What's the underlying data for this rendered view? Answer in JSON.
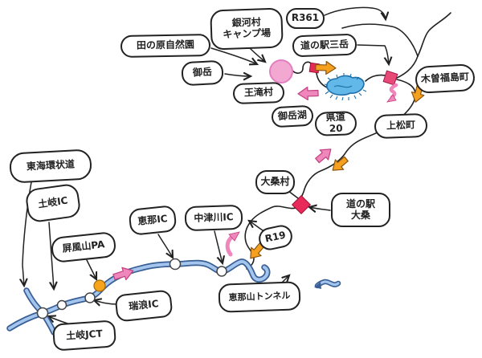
{
  "map": {
    "type": "hand-drawn road map (Kiso / Chuo Expressway area, Japan)",
    "labels": {
      "ginga_camp": {
        "text": "銀河村\nキャンプ場"
      },
      "r361": {
        "text": "R361"
      },
      "tanohara": {
        "text": "田の原自然園"
      },
      "mitake_station": {
        "text": "道の駅三岳"
      },
      "ontake": {
        "text": "御岳"
      },
      "otaki": {
        "text": "王滝村"
      },
      "ontakeko": {
        "text": "御岳湖"
      },
      "kendo20": {
        "text": "県道20"
      },
      "kiso_fukushima": {
        "text": "木曽福島町"
      },
      "agematsu": {
        "text": "上松町"
      },
      "okuwa_village": {
        "text": "大桑村"
      },
      "okuwa_station": {
        "text": "道の駅\n大桑"
      },
      "r19": {
        "text": "R19"
      },
      "tokai_kanjo": {
        "text": "東海環状道"
      },
      "toki_ic": {
        "text": "土岐IC"
      },
      "byobuyama_pa": {
        "text": "屏風山PA"
      },
      "toki_jct": {
        "text": "土岐JCT"
      },
      "mizunami_ic": {
        "text": "瑞浪IC"
      },
      "ena_ic": {
        "text": "恵那IC"
      },
      "nakatsugawa_ic": {
        "text": "中津川IC"
      },
      "ena_tunnel": {
        "text": "恵那山トンネル"
      }
    },
    "markers": {
      "summit_circle": "pink filled circle (Mt. Ontake area)",
      "lake": "blue lake blob (Lake Ontake)",
      "red_square_west": "small red square on road west of lake",
      "red_square_fukushima": "red square marker near Kiso-Fukushima (Michi-no-eki Mitake)",
      "red_diamond_okuwa": "red diamond marker (Michi-no-eki Okuwa)",
      "pa_dot": "orange dot (Byobuyama PA)",
      "ic_circles": "white circles: Toki JCT, unnamed, Mizunami IC, Ena IC, Nakatsugawa IC"
    },
    "colors": {
      "ink": "#222222",
      "bubble_fill": "#ffffff",
      "highway_casing": "#3a5f94",
      "highway_fill": "#a4c6ee",
      "lake_fill": "#62b8e8",
      "lake_stroke": "#1f6fa8",
      "summit_fill": "#f3a8d2",
      "summit_stroke": "#e27fc0",
      "marker_red": "#e82a5a",
      "marker_pink_red": "#e84a78",
      "arrow_orange": "#f5a01f",
      "arrow_orange_stroke": "#8a5510",
      "arrow_pink": "#ef86bc",
      "arrow_pink_stroke": "#c2407f",
      "pa_dot": "#f6a41c",
      "ic_fill": "#ffffff",
      "ic_stroke": "#444444"
    }
  }
}
